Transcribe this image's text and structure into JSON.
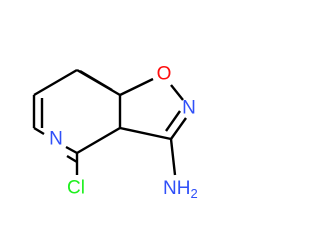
{
  "molecule": {
    "atoms": {
      "oxygen": {
        "symbol": "O",
        "color": "#ff0d0d"
      },
      "isoxazole_nitrogen": {
        "symbol": "N",
        "color": "#3050f8"
      },
      "pyridine_nitrogen": {
        "symbol": "N",
        "color": "#3050f8"
      },
      "chlorine": {
        "symbol": "Cl",
        "color": "#1ff01f"
      },
      "amine": {
        "symbol": "NH2",
        "color": "#3050f8"
      }
    }
  }
}
